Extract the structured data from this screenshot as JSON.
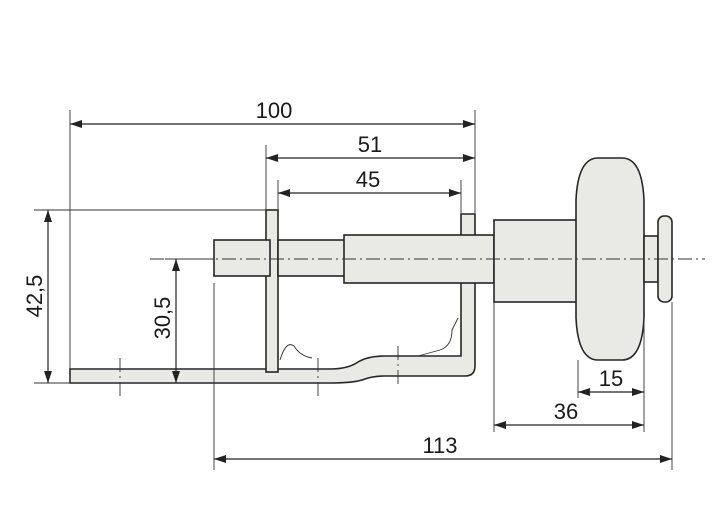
{
  "dimensions": {
    "overall_length": "100",
    "frame_outer_width": "51",
    "frame_inner_width": "45",
    "total_height": "42,5",
    "axis_height": "30,5",
    "shaft_total_length": "113",
    "knob_to_end": "36",
    "knob_width": "15"
  },
  "colors": {
    "part_fill": "#e9e9e6",
    "line": "#222222",
    "background": "#ffffff"
  }
}
